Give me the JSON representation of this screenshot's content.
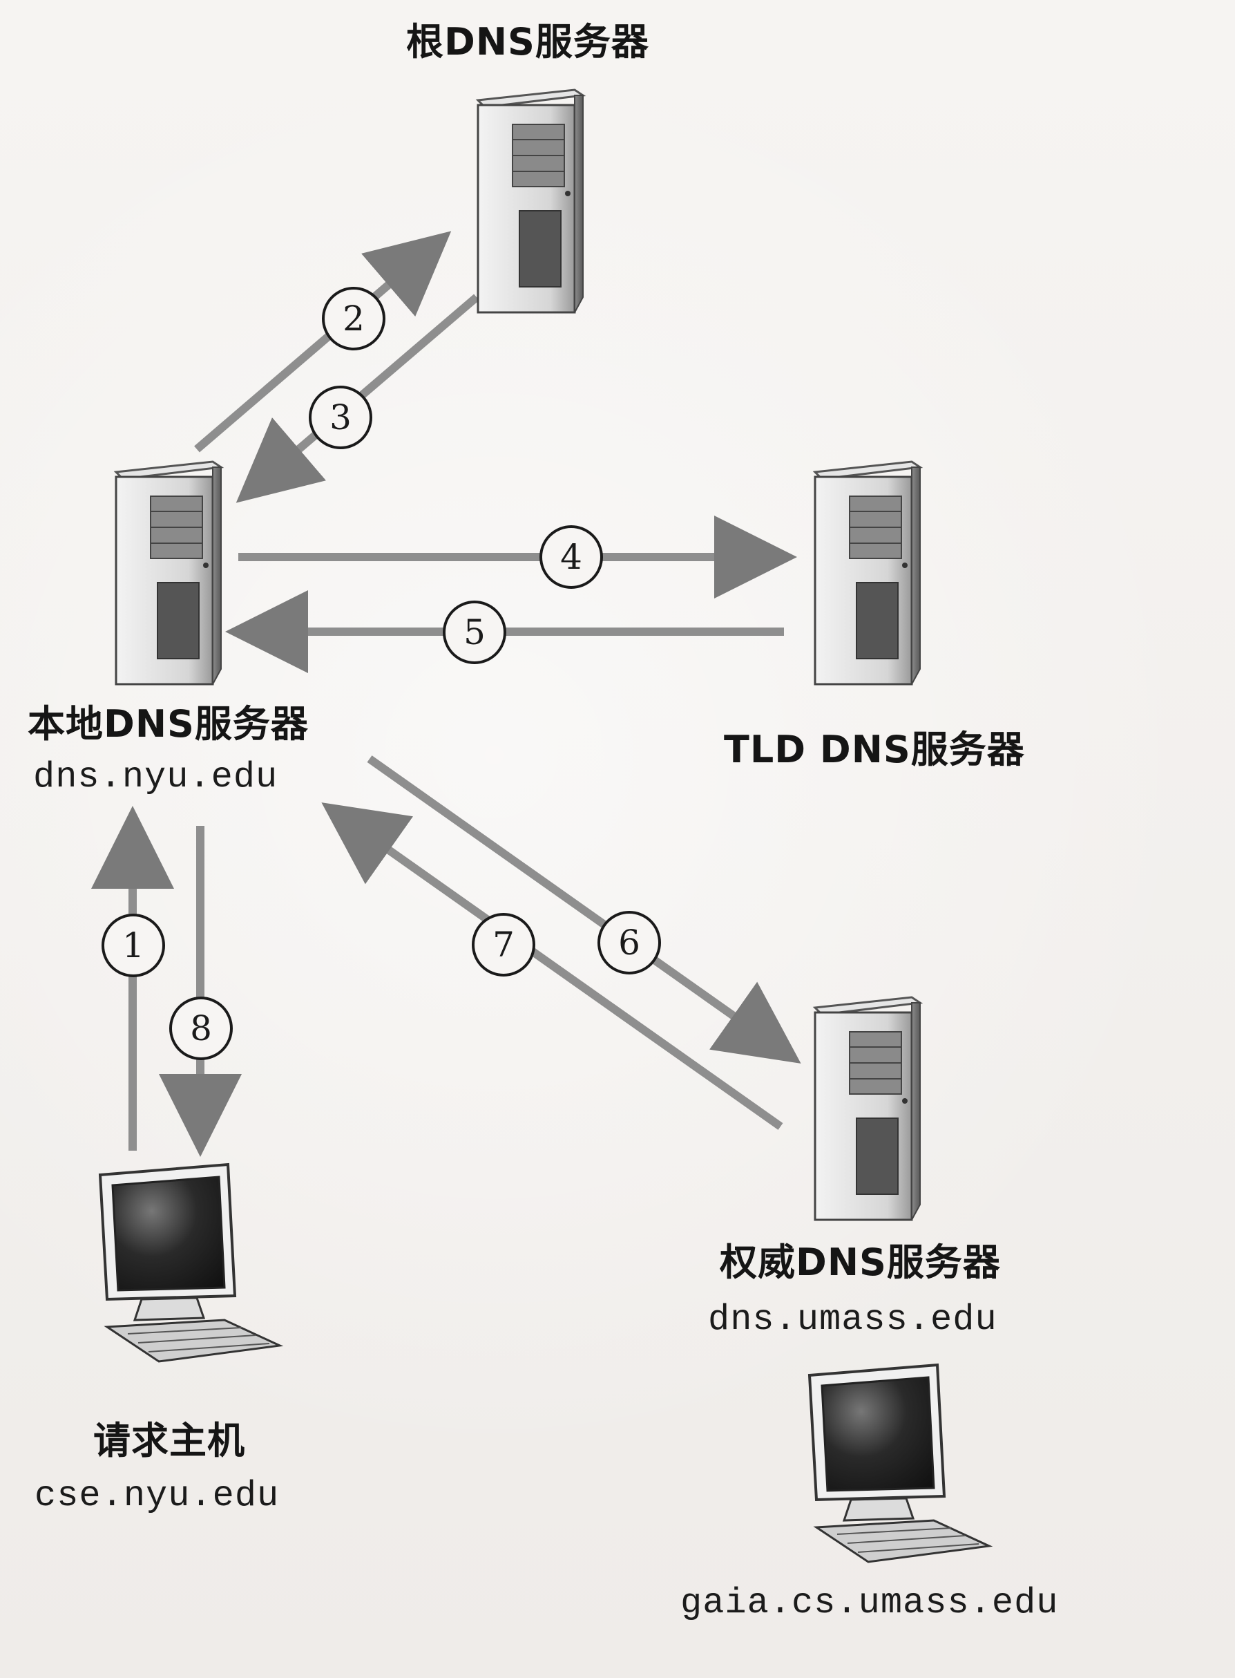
{
  "nodes": {
    "root": {
      "title": "根DNS服务器"
    },
    "local": {
      "title": "本地DNS服务器",
      "host": "dns.nyu.edu"
    },
    "tld": {
      "title": "TLD DNS服务器"
    },
    "authoritative": {
      "title": "权威DNS服务器",
      "host": "dns.umass.edu"
    },
    "requester": {
      "title": "请求主机",
      "host": "cse.nyu.edu"
    },
    "target": {
      "host": "gaia.cs.umass.edu"
    }
  },
  "steps": [
    {
      "id": 1,
      "label": "1"
    },
    {
      "id": 2,
      "label": "2"
    },
    {
      "id": 3,
      "label": "3"
    },
    {
      "id": 4,
      "label": "4"
    },
    {
      "id": 5,
      "label": "5"
    },
    {
      "id": 6,
      "label": "6"
    },
    {
      "id": 7,
      "label": "7"
    },
    {
      "id": 8,
      "label": "8"
    }
  ],
  "colors": {
    "arrow": "#8a8a8a",
    "arrow_dark": "#6f6f6f",
    "server_body": "#d9d9d9",
    "monitor_screen": "#222222"
  }
}
